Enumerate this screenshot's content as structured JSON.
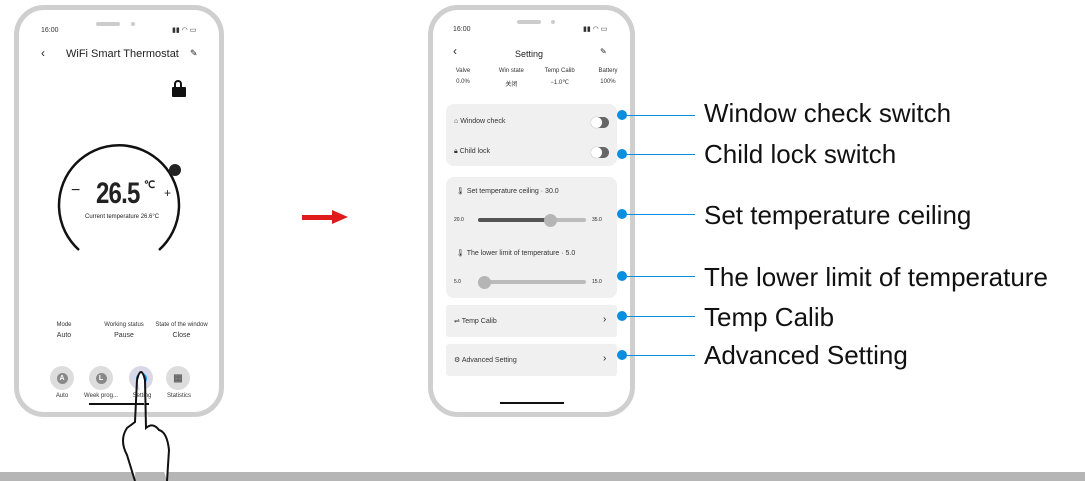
{
  "left_phone": {
    "status_time": "16:00",
    "title": "WiFi Smart Thermostat",
    "set_temp": "26.5",
    "unit": "℃",
    "minus": "−",
    "plus": "+",
    "current_temp": "Current temperature 26.6°C",
    "info": [
      {
        "label": "Mode",
        "value": "Auto"
      },
      {
        "label": "Working status",
        "value": "Pause"
      },
      {
        "label": "State of the window",
        "value": "Close"
      }
    ],
    "nav": [
      {
        "label": "Auto",
        "glyph": "A"
      },
      {
        "label": "Week prog...",
        "glyph": "L"
      },
      {
        "label": "Setting",
        "glyph": ""
      },
      {
        "label": "Statistics",
        "glyph": "▦"
      }
    ]
  },
  "right_phone": {
    "status_time": "16:00",
    "title": "Setting",
    "stats": [
      {
        "label": "Valve",
        "value": "0.0%"
      },
      {
        "label": "Win state",
        "value": "关闭"
      },
      {
        "label": "Temp Calib",
        "value": "−1.0℃"
      },
      {
        "label": "Battery",
        "value": "100%"
      }
    ],
    "window_check": "Window check",
    "child_lock": "Child lock",
    "ceiling": {
      "label": "Set temperature ceiling  ·  30.0",
      "min": "20.0",
      "max": "35.0",
      "value": 30.0
    },
    "lower": {
      "label": "The lower limit of temperature  ·  5.0",
      "min": "5.0",
      "max": "15.0",
      "value": 5.0
    },
    "temp_calib": "Temp Calib",
    "advanced": "Advanced Setting"
  },
  "callouts": [
    "Window check switch",
    "Child lock switch",
    "Set temperature ceiling",
    "The lower limit of temperature",
    "Temp Calib",
    "Advanced Setting"
  ],
  "colors": {
    "accent": "#0a8fe0",
    "arrow": "#e01b1b",
    "card": "#f0f0f0"
  }
}
